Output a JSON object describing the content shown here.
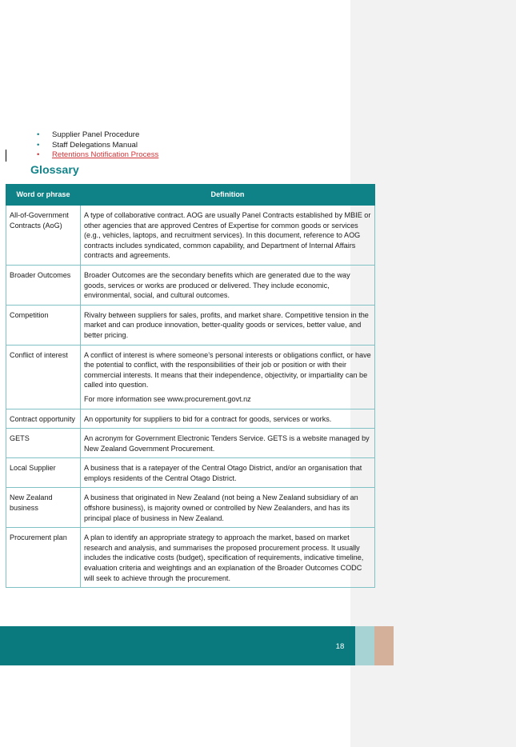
{
  "bullets": [
    {
      "text": "Supplier Panel Procedure",
      "changed": false
    },
    {
      "text": "Staff Delegations Manual",
      "changed": false
    },
    {
      "text": "Retentions Notification Process",
      "changed": true
    }
  ],
  "glossary": {
    "title": "Glossary",
    "headers": {
      "term": "Word or phrase",
      "definition": "Definition"
    },
    "rows": [
      {
        "term": "All-of-Government Contracts (AoG)",
        "definition": [
          "A type of collaborative contract. AOG are usually Panel Contracts established by MBIE or other agencies that are approved Centres of Expertise for common goods or services (e.g., vehicles, laptops, and recruitment services). In this document, reference to AOG contracts includes syndicated, common capability, and Department of Internal Affairs contracts and agreements."
        ]
      },
      {
        "term": "Broader Outcomes",
        "definition": [
          "Broader Outcomes are the secondary benefits which are generated due to the way goods, services or works are produced or delivered. They include economic, environmental, social, and cultural outcomes."
        ]
      },
      {
        "term": "Competition",
        "definition": [
          "Rivalry between suppliers for sales, profits, and market share. Competitive tension in the market and can produce innovation, better-quality goods or services, better value, and better pricing."
        ]
      },
      {
        "term": "Conflict of interest",
        "definition": [
          "A conflict of interest is where someone’s personal interests or obligations conflict, or have the potential to conflict, with the responsibilities of their job or position or with their commercial interests. It means that their independence, objectivity, or impartiality can be called into question.",
          "For more information see www.procurement.govt.nz"
        ]
      },
      {
        "term": "Contract opportunity",
        "definition": [
          "An opportunity for suppliers to bid for a contract for goods, services or works."
        ]
      },
      {
        "term": "GETS",
        "definition": [
          "An acronym for Government Electronic Tenders Service. GETS is a website managed by New Zealand Government Procurement."
        ]
      },
      {
        "term": "Local Supplier",
        "definition": [
          "A business that is a ratepayer of the Central Otago District, and/or an organisation that employs residents of the Central Otago District."
        ]
      },
      {
        "term": "New Zealand business",
        "definition": [
          "A business that originated in New Zealand (not being a New Zealand subsidiary of an offshore business), is majority owned or controlled by New Zealanders, and has its principal place of business in New Zealand."
        ]
      },
      {
        "term": "Procurement plan",
        "definition": [
          "A plan to identify an appropriate strategy to approach the market, based on market research and analysis, and summarises the proposed procurement process. It usually includes the indicative costs (budget), specification of requirements, indicative timeline, evaluation criteria and weightings and an explanation of the Broader Outcomes CODC will seek to achieve through the procurement."
        ]
      }
    ]
  },
  "footer": {
    "page_number": "18"
  },
  "colors": {
    "accent": "#12848a",
    "header_fill": "#0e8286",
    "footer_band": "#0a7a7e",
    "footer_light": "#a8d3d4",
    "footer_tan": "#d4b09a",
    "changed_text": "#d13438",
    "comment_pane": "#f2f2f2"
  }
}
